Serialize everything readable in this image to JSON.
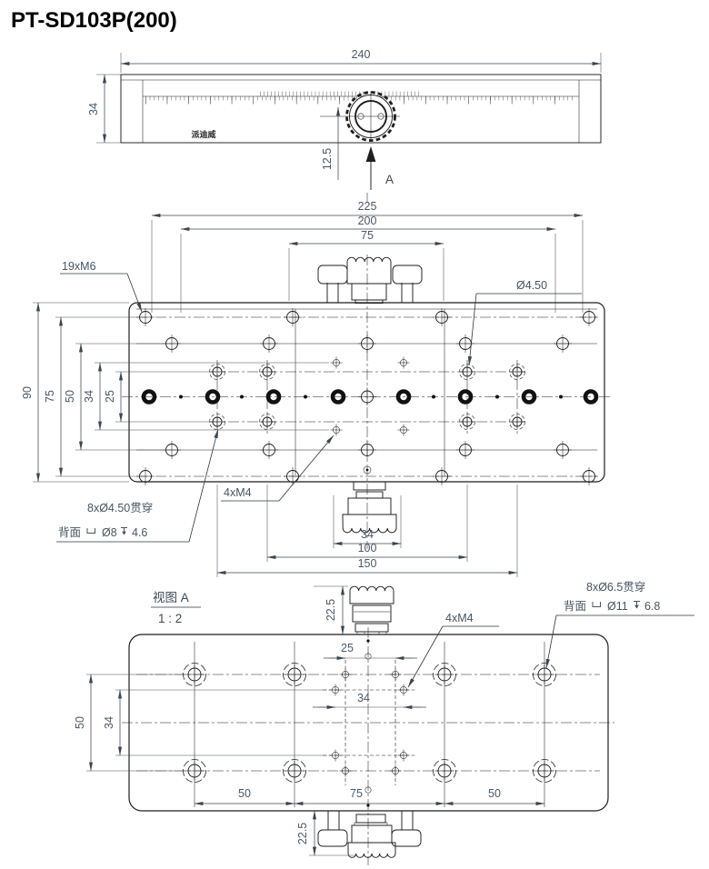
{
  "title": "PT-SD103P(200)",
  "brand": "派迪威",
  "colors": {
    "line": "#1f1f1f",
    "dim_text": "#4a5866",
    "background": "#ffffff"
  },
  "top_view": {
    "dim_overall": "240",
    "dim_height": "34",
    "dim_offset": "12.5",
    "section_arrow": "A"
  },
  "plan_view": {
    "dim_225": "225",
    "dim_200": "200",
    "dim_75_top": "75",
    "dim_90": "90",
    "dim_75_left": "75",
    "dim_50_left": "50",
    "dim_34_left": "34",
    "dim_25_left": "25",
    "dim_34_bottom": "34",
    "dim_100": "100",
    "dim_150": "150",
    "label_m6": "19xM6",
    "label_cb_dia": "Ø4.50",
    "label_m4": "4xM4",
    "note_counterbore": {
      "line1": "8xØ4.50贯穿",
      "prefix": "背面",
      "dia": "Ø8",
      "depth": "4.6"
    }
  },
  "view_a": {
    "label": "视图 A",
    "scale": "1 : 2",
    "dim_knob_height": "22.5"
  },
  "bottom_view": {
    "note_counterbore": {
      "line1": "8xØ6.5贯穿",
      "prefix": "背面",
      "dia": "Ø11",
      "depth": "6.8"
    },
    "label_m4": "4xM4",
    "dim_25": "25",
    "dim_34_center": "34",
    "dim_50_left": "50",
    "dim_34_left": "34",
    "dim_50_bottom_left": "50",
    "dim_75_bottom": "75",
    "dim_50_bottom_right": "50",
    "dim_knob_height": "22.5"
  }
}
